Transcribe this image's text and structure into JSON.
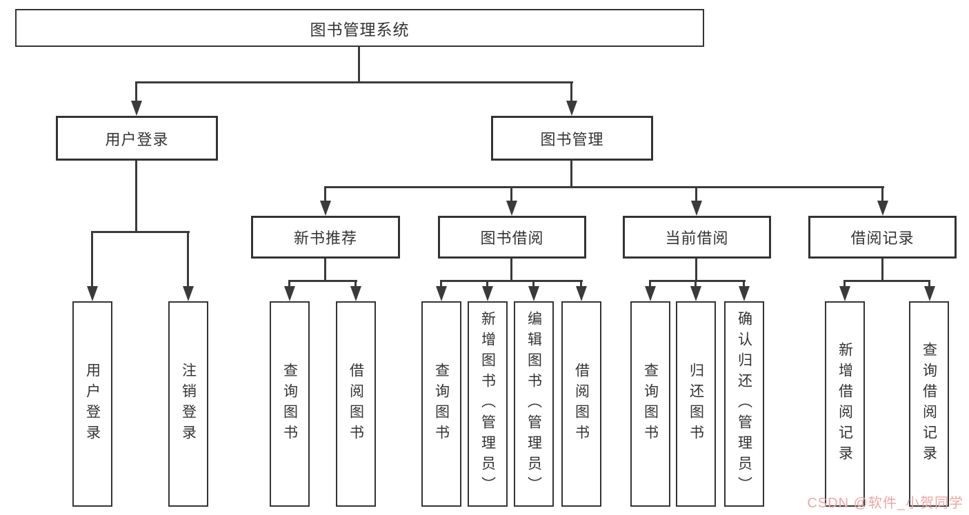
{
  "colors": {
    "line": "#3a3a3a",
    "box_border": "#333333",
    "box_fill": "#ffffff",
    "text": "#333333",
    "watermark": "#f0a6a6"
  },
  "tree": {
    "root": {
      "label": "图书管理系统",
      "children": [
        {
          "label": "用户登录",
          "children": [
            {
              "label": "用户登录"
            },
            {
              "label": "注销登录"
            }
          ]
        },
        {
          "label": "图书管理",
          "children": [
            {
              "label": "新书推荐",
              "children": [
                {
                  "label": "查询图书"
                },
                {
                  "label": "借阅图书"
                }
              ]
            },
            {
              "label": "图书借阅",
              "children": [
                {
                  "label": "查询图书"
                },
                {
                  "label": "新增图书（管理员）"
                },
                {
                  "label": "编辑图书（管理员）"
                },
                {
                  "label": "借阅图书"
                }
              ]
            },
            {
              "label": "当前借阅",
              "children": [
                {
                  "label": "查询图书"
                },
                {
                  "label": "归还图书"
                },
                {
                  "label": "确认归还（管理员）"
                }
              ]
            },
            {
              "label": "借阅记录",
              "children": [
                {
                  "label": "新增借阅记录"
                },
                {
                  "label": "查询借阅记录"
                }
              ]
            }
          ]
        }
      ]
    }
  },
  "watermark": {
    "text": "CSDN @软件_小贺同学"
  }
}
